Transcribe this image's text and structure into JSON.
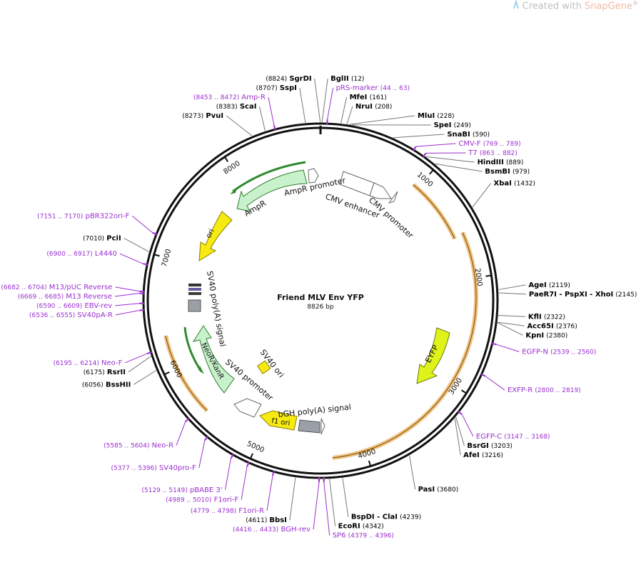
{
  "watermark": {
    "prefix": "Created with ",
    "brand": "SnapGene",
    "mark": "®"
  },
  "plasmid": {
    "name": "Friend MLV Env YFP",
    "length_label": "8826 bp",
    "length": 8826
  },
  "colors": {
    "primer": "#9b2fd0",
    "enzyme": "#000000",
    "leader": "#777777",
    "backbone": "#111111",
    "highlight": "#f0c48a"
  },
  "ticks": [
    {
      "label": "1000",
      "pos": 1000
    },
    {
      "label": "2000",
      "pos": 2000
    },
    {
      "label": "3000",
      "pos": 3000
    },
    {
      "label": "4000",
      "pos": 4000
    },
    {
      "label": "5000",
      "pos": 5000
    },
    {
      "label": "6000",
      "pos": 6000
    },
    {
      "label": "7000",
      "pos": 7000
    },
    {
      "label": "8000",
      "pos": 8000
    }
  ],
  "enzymes": [
    {
      "id": "sgrdi",
      "name": "SgrDI",
      "site": "(8824)",
      "pos": 8824,
      "side": "L"
    },
    {
      "id": "sspi",
      "name": "SspI",
      "site": "(8707)",
      "pos": 8707,
      "side": "L"
    },
    {
      "id": "scai",
      "name": "ScaI",
      "site": "(8383)",
      "pos": 8383,
      "side": "L"
    },
    {
      "id": "pvui",
      "name": "PvuI",
      "site": "(8273)",
      "pos": 8273,
      "side": "L"
    },
    {
      "id": "bglii",
      "name": "BglII",
      "site": "(12)",
      "pos": 12,
      "side": "R"
    },
    {
      "id": "mfei",
      "name": "MfeI",
      "site": "(161)",
      "pos": 161,
      "side": "R"
    },
    {
      "id": "nrui",
      "name": "NruI",
      "site": "(208)",
      "pos": 208,
      "side": "R"
    },
    {
      "id": "mlui",
      "name": "MluI",
      "site": "(228)",
      "pos": 228,
      "side": "R"
    },
    {
      "id": "spei",
      "name": "SpeI",
      "site": "(249)",
      "pos": 249,
      "side": "R"
    },
    {
      "id": "snabi",
      "name": "SnaBI",
      "site": "(590)",
      "pos": 590,
      "side": "R"
    },
    {
      "id": "hindiii",
      "name": "HindIII",
      "site": "(889)",
      "pos": 889,
      "side": "R"
    },
    {
      "id": "bsmbi",
      "name": "BsmBI",
      "site": "(979)",
      "pos": 979,
      "side": "R"
    },
    {
      "id": "xbai",
      "name": "XbaI",
      "site": "(1432)",
      "pos": 1432,
      "side": "R"
    },
    {
      "id": "agei",
      "name": "AgeI",
      "site": "(2119)",
      "pos": 2119,
      "side": "R"
    },
    {
      "id": "paer7i",
      "name": "PaeR7I  - PspXI  - XhoI",
      "site": "(2145)",
      "pos": 2145,
      "side": "R"
    },
    {
      "id": "kfli",
      "name": "KflI",
      "site": "(2322)",
      "pos": 2322,
      "side": "R"
    },
    {
      "id": "acc65i",
      "name": "Acc65I",
      "site": "(2376)",
      "pos": 2376,
      "side": "R"
    },
    {
      "id": "kpni",
      "name": "KpnI",
      "site": "(2380)",
      "pos": 2380,
      "side": "R"
    },
    {
      "id": "bsrgi",
      "name": "BsrGI",
      "site": "(3203)",
      "pos": 3203,
      "side": "R"
    },
    {
      "id": "afei",
      "name": "AfeI",
      "site": "(3216)",
      "pos": 3216,
      "side": "R"
    },
    {
      "id": "pasi",
      "name": "PasI",
      "site": "(3680)",
      "pos": 3680,
      "side": "R"
    },
    {
      "id": "bspdi",
      "name": "BspDI  - ClaI",
      "site": "(4239)",
      "pos": 4239,
      "side": "R"
    },
    {
      "id": "ecori",
      "name": "EcoRI",
      "site": "(4342)",
      "pos": 4342,
      "side": "R"
    },
    {
      "id": "bbsi",
      "name": "BbsI",
      "site": "(4611)",
      "pos": 4611,
      "side": "L"
    },
    {
      "id": "bsshii",
      "name": "BssHII",
      "site": "(6056)",
      "pos": 6056,
      "side": "L"
    },
    {
      "id": "rsrii",
      "name": "RsrII",
      "site": "(6175)",
      "pos": 6175,
      "side": "L"
    },
    {
      "id": "pcii",
      "name": "PciI",
      "site": "(7010)",
      "pos": 7010,
      "side": "L"
    }
  ],
  "primers": [
    {
      "id": "amp-r",
      "name": "Amp-R",
      "range": "(8453 .. 8472)",
      "pos": 8462,
      "side": "L"
    },
    {
      "id": "prs-marker",
      "name": "pRS-marker",
      "range": "(44 .. 63)",
      "pos": 53,
      "side": "R"
    },
    {
      "id": "cmv-f",
      "name": "CMV-F",
      "range": "(769 .. 789)",
      "pos": 779,
      "side": "R"
    },
    {
      "id": "t7",
      "name": "T7",
      "range": "(863 .. 882)",
      "pos": 872,
      "side": "R"
    },
    {
      "id": "egfp-n",
      "name": "EGFP-N",
      "range": "(2539 .. 2560)",
      "pos": 2549,
      "side": "R"
    },
    {
      "id": "exfp-r",
      "name": "EXFP-R",
      "range": "(2800 .. 2819)",
      "pos": 2809,
      "side": "R"
    },
    {
      "id": "egfp-c",
      "name": "EGFP-C",
      "range": "(3147 .. 3168)",
      "pos": 3157,
      "side": "R"
    },
    {
      "id": "sp6",
      "name": "SP6",
      "range": "(4379 .. 4396)",
      "pos": 4387,
      "side": "R"
    },
    {
      "id": "bgh-rev",
      "name": "BGH-rev",
      "range": "(4416 .. 4433)",
      "pos": 4424,
      "side": "L"
    },
    {
      "id": "f1ori-r",
      "name": "F1ori-R",
      "range": "(4779 .. 4798)",
      "pos": 4788,
      "side": "L"
    },
    {
      "id": "f1ori-f",
      "name": "F1ori-F",
      "range": "(4989 .. 5010)",
      "pos": 4999,
      "side": "L"
    },
    {
      "id": "pbabe-3",
      "name": "pBABE 3'",
      "range": "(5129 .. 5149)",
      "pos": 5139,
      "side": "L"
    },
    {
      "id": "sv40pro-f",
      "name": "SV40pro-F",
      "range": "(5377 .. 5396)",
      "pos": 5386,
      "side": "L"
    },
    {
      "id": "neo-r",
      "name": "Neo-R",
      "range": "(5585 .. 5604)",
      "pos": 5594,
      "side": "L"
    },
    {
      "id": "neo-f",
      "name": "Neo-F",
      "range": "(6195 .. 6214)",
      "pos": 6204,
      "side": "L"
    },
    {
      "id": "sv40pa-r",
      "name": "SV40pA-R",
      "range": "(6536 .. 6555)",
      "pos": 6545,
      "side": "L"
    },
    {
      "id": "ebv-rev",
      "name": "EBV-rev",
      "range": "(6590 .. 6609)",
      "pos": 6599,
      "side": "L"
    },
    {
      "id": "m13-rev",
      "name": "M13 Reverse",
      "range": "(6669 .. 6685)",
      "pos": 6677,
      "side": "L"
    },
    {
      "id": "m13-puc-rev",
      "name": "M13/pUC Reverse",
      "range": "(6682 .. 6704)",
      "pos": 6693,
      "side": "L"
    },
    {
      "id": "l4440",
      "name": "L4440",
      "range": "(6900 .. 6917)",
      "pos": 6908,
      "side": "L"
    },
    {
      "id": "pbr322ori-f",
      "name": "pBR322ori-F",
      "range": "(7151 .. 7170)",
      "pos": 7160,
      "side": "L"
    }
  ],
  "features": [
    {
      "id": "cmv-enhancer",
      "label": "CMV enhancer"
    },
    {
      "id": "cmv-promoter",
      "label": "CMV promoter"
    },
    {
      "id": "eyfp",
      "label": "EYFP"
    },
    {
      "id": "bgh-polya",
      "label": "bGH poly(A) signal"
    },
    {
      "id": "f1-ori",
      "label": "f1 ori"
    },
    {
      "id": "sv40-ori",
      "label": "SV40 ori"
    },
    {
      "id": "sv40-promoter",
      "label": "SV40 promoter"
    },
    {
      "id": "neor-kanr",
      "label": "NeoR/KanR"
    },
    {
      "id": "sv40-polya",
      "label": "SV40 poly(A) signal"
    },
    {
      "id": "ori",
      "label": "ori"
    },
    {
      "id": "ampr",
      "label": "AmpR"
    },
    {
      "id": "ampr-promoter",
      "label": "AmpR promoter"
    }
  ]
}
